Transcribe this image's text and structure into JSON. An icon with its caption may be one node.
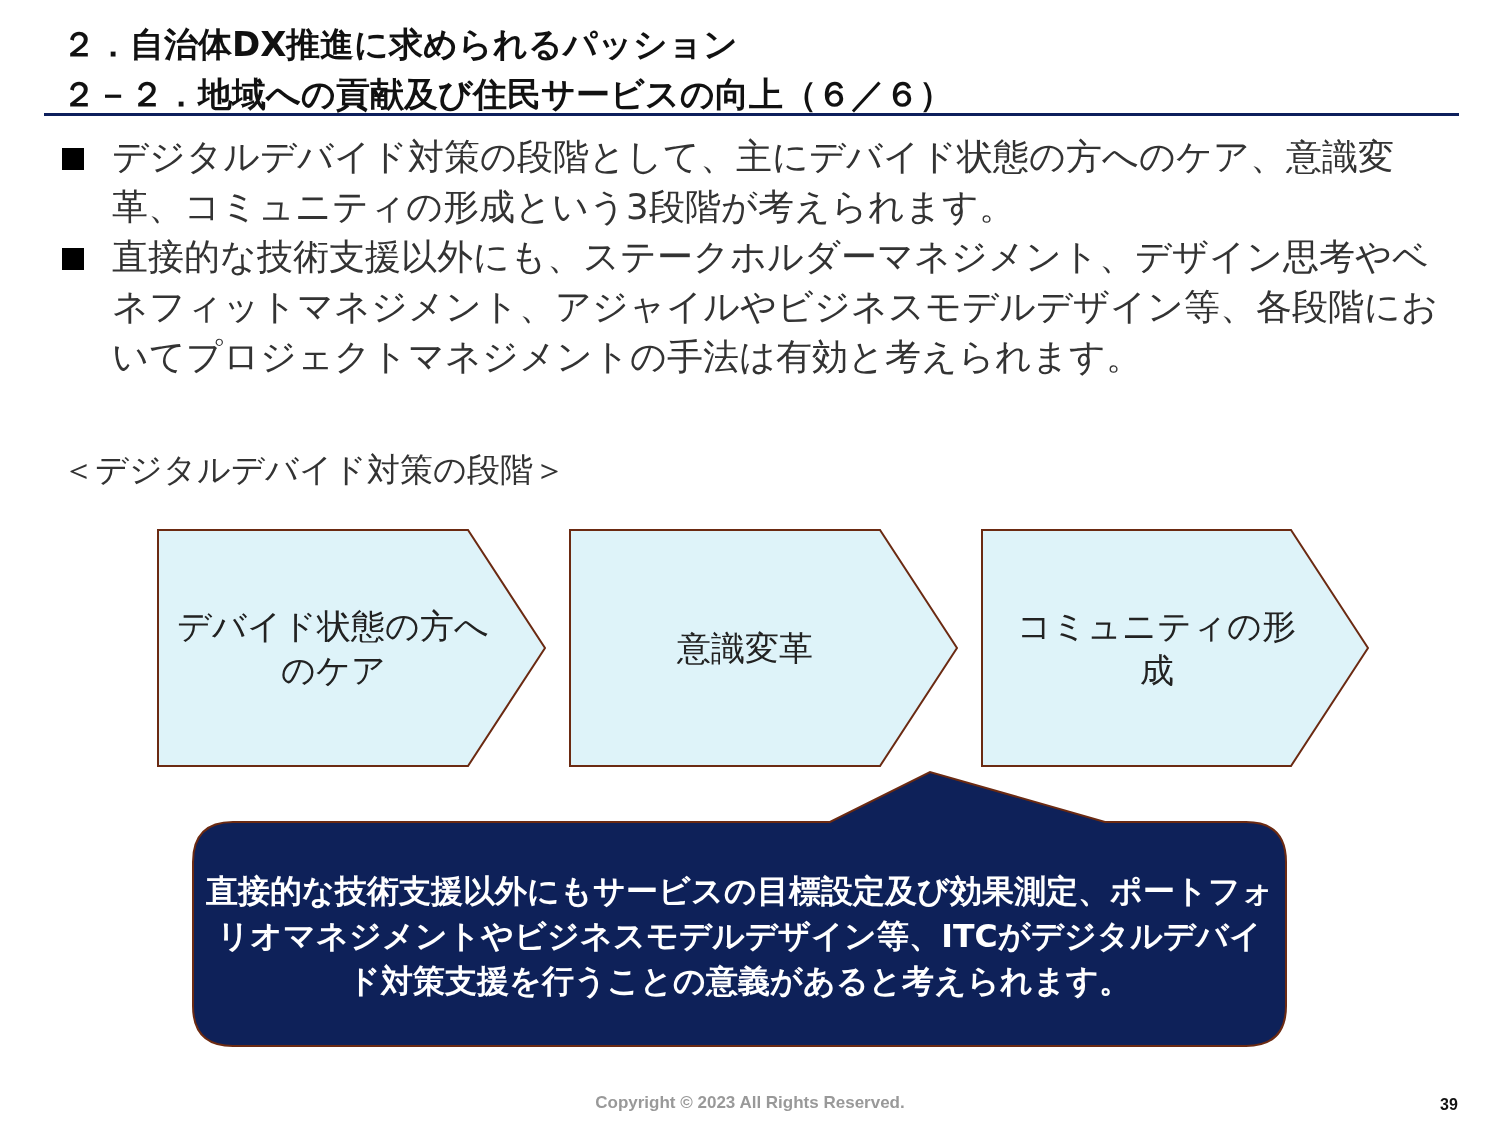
{
  "diagram": {
    "title": "２．自治体DX推進に求められるパッション",
    "nodes": [
      {
        "text": [
          "デバイド状態の方へのケア"
        ]
      },
      {
        "text": [
          "意識変革"
        ]
      },
      {
        "text": [
          "コミュニティの形成"
        ]
      },
      {
        "text": [
          "直接的な技術支援以外にもサービスの目標設定及び効果測定、ポートフォリオマネジメントやビジネスモデルデザイン等、ITCがデジタルデバイド対策支援を行うことの意義があると考えられます。"
        ]
      }
    ],
    "edges": [],
    "labels": [
      "２－２．地域への貢献及び住民サービスの向上（６／６）",
      "デジタルデバイド対策の段階として、主にデバイド状態の方へのケア、意識変革、コミュニティの形成という3段階が考えられます。",
      "直接的な技術支援以外にも、ステークホルダーマネジメント、デザイン思考やベネフィットマネジメント、アジャイルやビジネスモデルデザイン等、各段階においてプロジェクトマネジメントの手法は有効と考えられます。",
      "＜デジタルデバイド対策の段階＞",
      "Copyright © 2023 All Rights Reserved.",
      "39"
    ]
  }
}
